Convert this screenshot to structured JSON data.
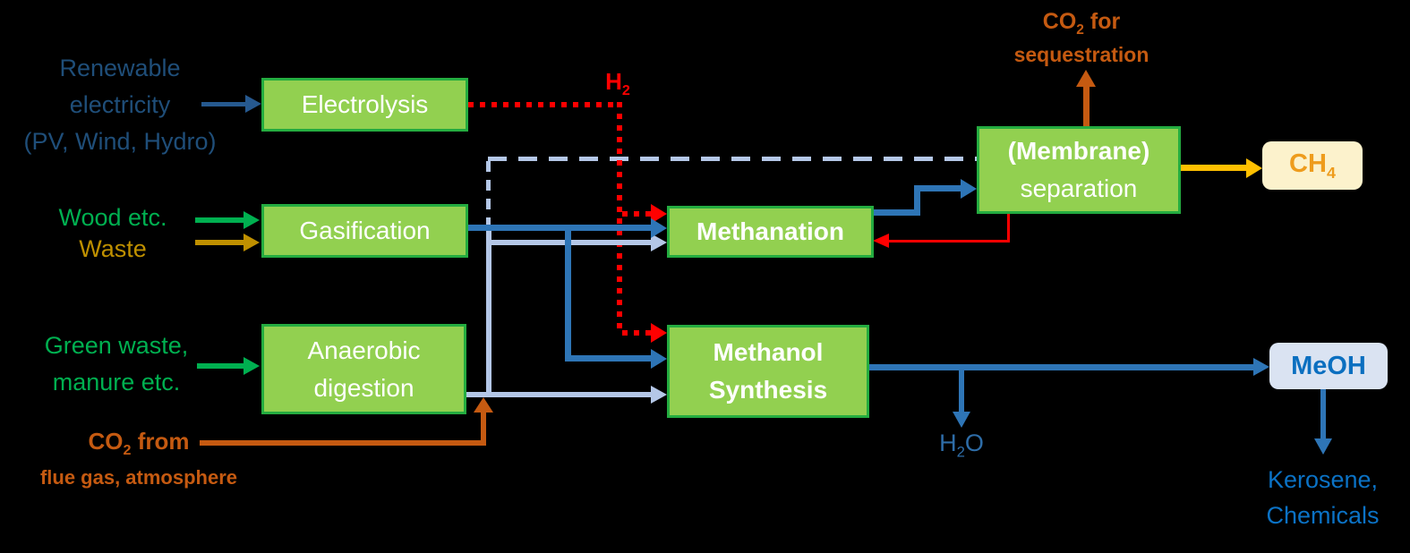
{
  "title": "Renewable methane and methanol production pathways diagram",
  "colors": {
    "background": "#000000",
    "box_fill": "#92D050",
    "box_border": "#24AC40",
    "box_text": "#FFFFFF",
    "dark_blue": "#1F4E79",
    "medium_blue": "#2E75B6",
    "light_blue": "#B4C7E7",
    "bright_blue": "#0B72C5",
    "h2o_blue": "#2E6DA8",
    "green": "#00B050",
    "gold": "#BF9000",
    "orange": "#C55A11",
    "red": "#FF0000",
    "yellow": "#FFC000",
    "ch4_chip_fill": "#FCF2CC",
    "ch4_text": "#EE9C1D",
    "meoh_chip_fill": "#DAE3F2"
  },
  "boxes": {
    "electrolysis": {
      "label": "Electrolysis"
    },
    "gasification": {
      "label": "Gasification"
    },
    "anaerobic": {
      "line1": "Anaerobic",
      "line2": "digestion"
    },
    "methanation": {
      "label": "Methanation"
    },
    "methanol": {
      "line1": "Methanol",
      "line2": "Synthesis"
    },
    "membrane": {
      "line1": "(Membrane)",
      "line2": "separation"
    }
  },
  "inputs": {
    "renewable": {
      "line1": "Renewable",
      "line2": "electricity",
      "line3": "(PV, Wind, Hydro)"
    },
    "wood": {
      "label": "Wood etc."
    },
    "waste": {
      "label": "Waste"
    },
    "green_waste": {
      "line1": "Green waste,",
      "line2": "manure etc."
    },
    "co2_from": {
      "pre": "CO",
      "sub": "2",
      "post": " from",
      "line2": "flue gas, atmosphere"
    }
  },
  "labels": {
    "h2": {
      "pre": "H",
      "sub": "2"
    },
    "co2_seq": {
      "pre": "CO",
      "sub": "2",
      "post": " for",
      "line2": "sequestration"
    },
    "h2o": {
      "pre": "H",
      "sub": "2",
      "post": "O"
    },
    "kerosene": {
      "line1": "Kerosene,",
      "line2": "Chemicals"
    }
  },
  "outputs": {
    "ch4": {
      "pre": "CH",
      "sub": "4"
    },
    "meoh": {
      "label": "MeOH"
    }
  }
}
